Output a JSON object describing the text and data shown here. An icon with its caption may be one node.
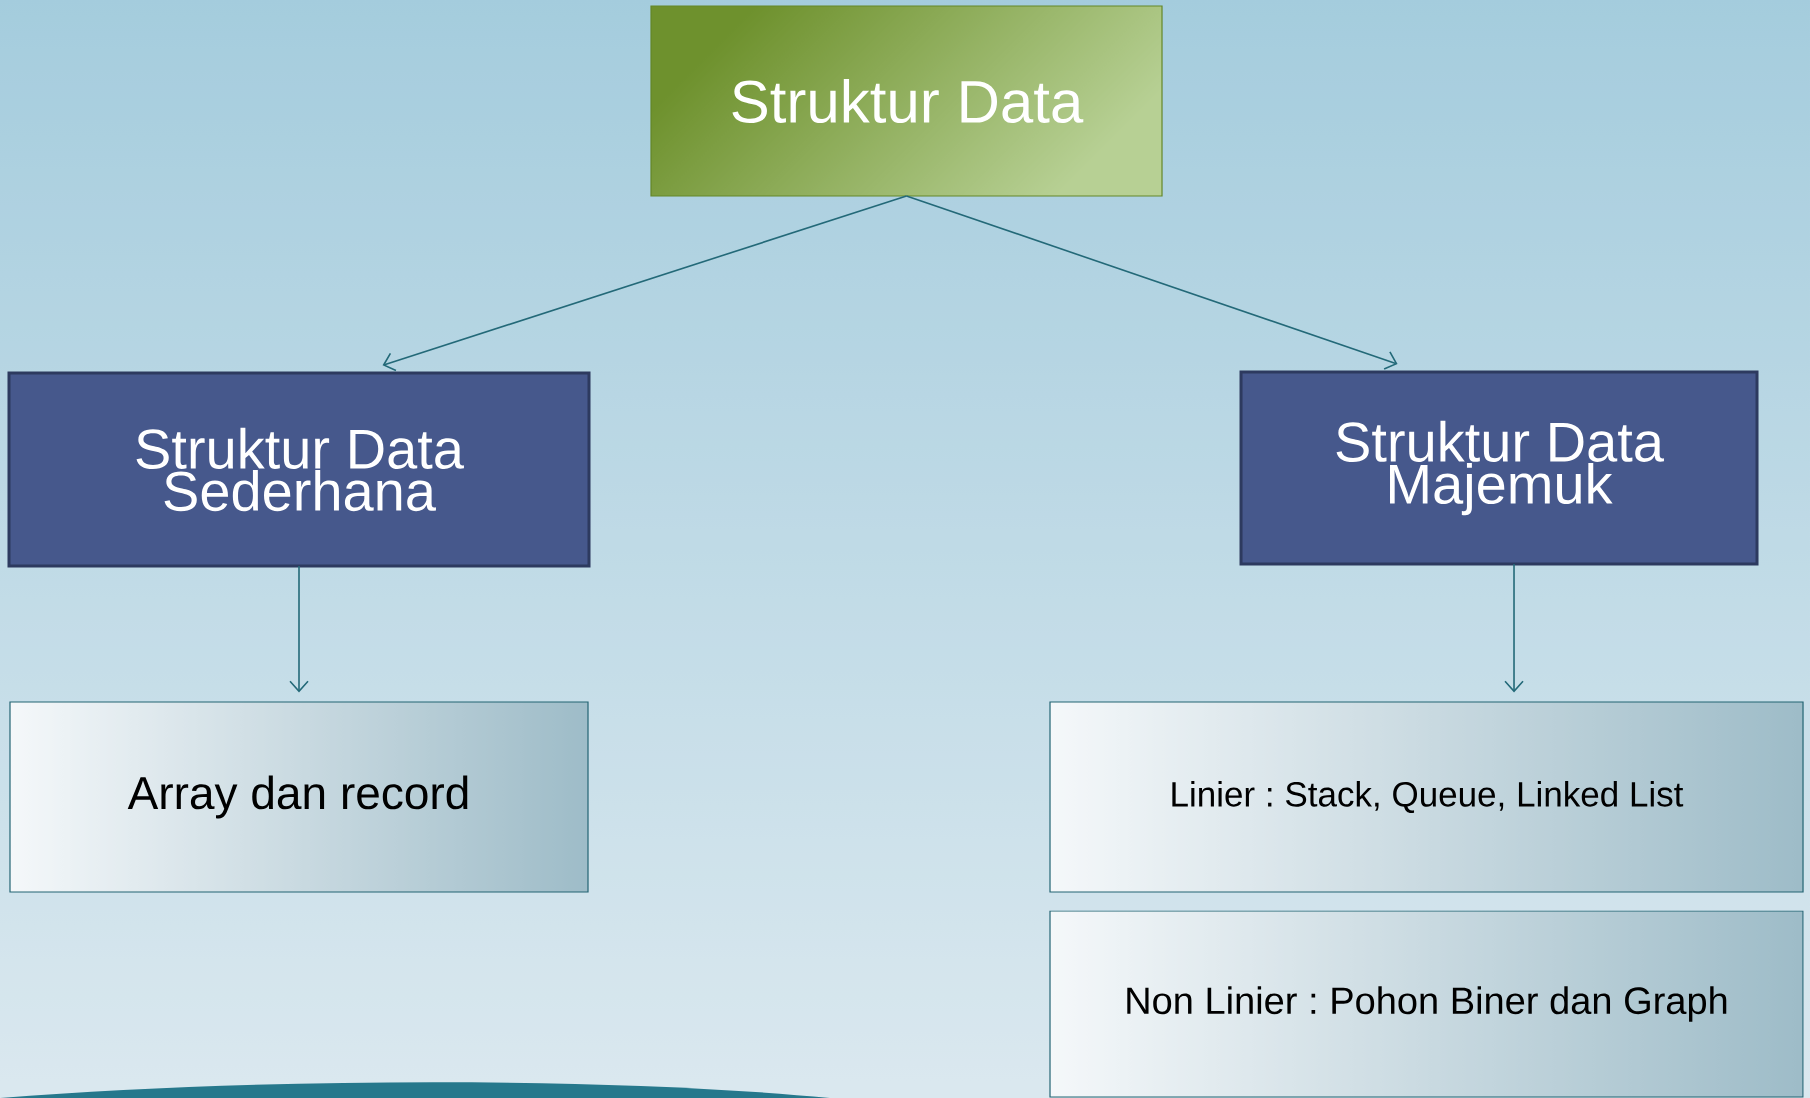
{
  "diagram": {
    "nodes": [
      {
        "text": [
          "Struktur Data"
        ]
      },
      {
        "text": [
          "Struktur Data Sederhana"
        ]
      },
      {
        "text": [
          "Struktur Data Majemuk"
        ]
      },
      {
        "text": [
          "Array dan record"
        ]
      },
      {
        "text": [
          "Linier : Stack, Queue, Linked List"
        ]
      },
      {
        "text": [
          "Non Linier : Pohon Biner dan Graph"
        ]
      }
    ],
    "edges": [
      {
        "from": 0,
        "to": 1,
        "arrow": "to"
      },
      {
        "from": 0,
        "to": 2,
        "arrow": "to"
      },
      {
        "from": 1,
        "to": 3,
        "arrow": "to"
      },
      {
        "from": 2,
        "to": 4,
        "arrow": "to"
      }
    ]
  }
}
